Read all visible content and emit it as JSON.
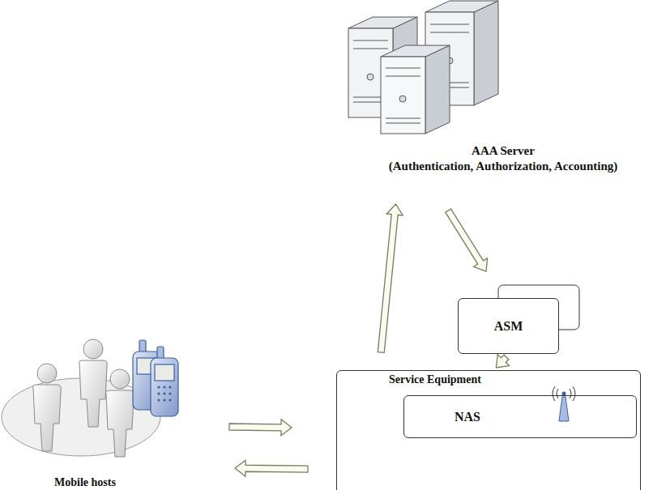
{
  "diagram": {
    "nodes": [
      {
        "text": [
          "AAA Server",
          "(Authentication, Authorization, Accounting)"
        ]
      },
      {
        "text": [
          "ASM"
        ]
      },
      {
        "text": [
          "Mobile hosts"
        ]
      },
      {
        "text": [
          "Service Equipment"
        ]
      },
      {
        "text": [
          "NAS"
        ],
        "in": 3
      }
    ],
    "edges": [
      {
        "from": 2,
        "to": 3,
        "arrow": "to"
      },
      {
        "from": 3,
        "to": 2,
        "arrow": "to"
      },
      {
        "from": 3,
        "to": 0,
        "arrow": "to"
      },
      {
        "from": 0,
        "to": 1,
        "arrow": "to"
      },
      {
        "from": 1,
        "to": 3,
        "arrow": "to"
      }
    ]
  }
}
